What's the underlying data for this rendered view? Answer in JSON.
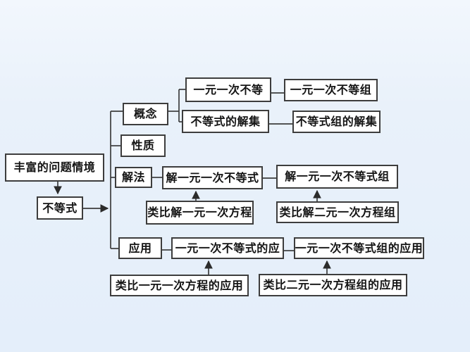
{
  "colors": {
    "background": "#e9f1fa",
    "box_fill": "#ffffff",
    "box_border": "#3d3d3d",
    "line": "#3d3d3d",
    "text": "#141414"
  },
  "diagram": {
    "source": "丰富的问题情境",
    "root": "不等式",
    "branches": {
      "concept": "概念",
      "property": "性质",
      "solving": "解法",
      "application": "应用"
    },
    "concept_nodes": {
      "linear_inequality": "一元一次不等",
      "linear_inequality_group": "一元一次不等组",
      "solution_set": "不等式的解集",
      "group_solution_set": "不等式组的解集"
    },
    "solving_nodes": {
      "solve_linear_inequality": "解一元一次不等式",
      "solve_linear_inequality_group": "解一元一次不等式组",
      "analogy_solve_linear_equation": "类比解一元一次方程",
      "analogy_solve_linear_equation_group": "类比解二元一次方程组"
    },
    "application_nodes": {
      "linear_inequality_application": "一元一次不等式的应",
      "linear_inequality_group_application": "一元一次不等式组的应用",
      "analogy_linear_equation_application": "类比一元一次方程的应用",
      "analogy_linear_equation_group_application": "类比二元一次方程组的应用"
    }
  }
}
